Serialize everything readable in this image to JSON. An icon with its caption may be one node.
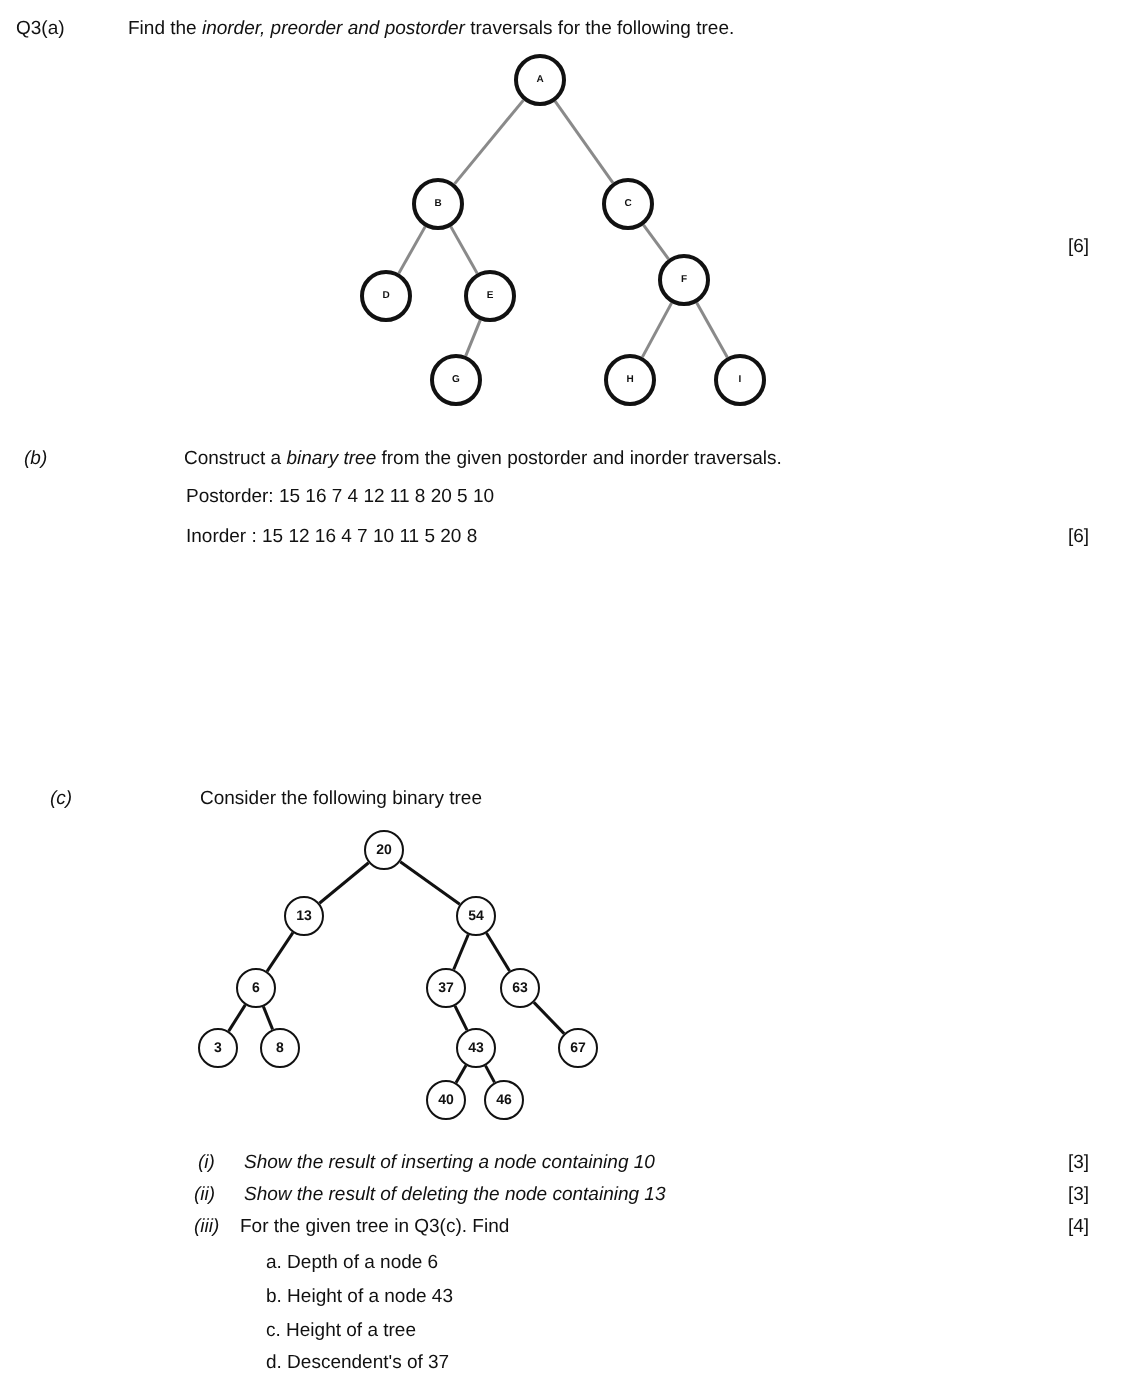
{
  "diagram": {
    "nodes": [
      {
        "text": [
          "A"
        ]
      },
      {
        "text": [
          "B"
        ]
      },
      {
        "text": [
          "C"
        ]
      },
      {
        "text": [
          "D"
        ]
      },
      {
        "text": [
          "E"
        ]
      },
      {
        "text": [
          "F"
        ]
      },
      {
        "text": [
          "G"
        ]
      },
      {
        "text": [
          "H"
        ]
      },
      {
        "text": [
          "I"
        ]
      },
      {
        "text": [
          "20"
        ]
      },
      {
        "text": [
          "13"
        ]
      },
      {
        "text": [
          "54"
        ]
      },
      {
        "text": [
          "6"
        ]
      },
      {
        "text": [
          "37"
        ]
      },
      {
        "text": [
          "63"
        ]
      },
      {
        "text": [
          "3"
        ]
      },
      {
        "text": [
          "8"
        ]
      },
      {
        "text": [
          "43"
        ]
      },
      {
        "text": [
          "67"
        ]
      },
      {
        "text": [
          "40"
        ]
      },
      {
        "text": [
          "46"
        ]
      }
    ],
    "edges": [
      {
        "from": 0,
        "to": 1,
        "arrow": "none",
        "color": "#8a8a8a"
      },
      {
        "from": 0,
        "to": 2,
        "arrow": "none",
        "color": "#8a8a8a"
      },
      {
        "from": 1,
        "to": 3,
        "arrow": "none",
        "color": "#8a8a8a"
      },
      {
        "from": 1,
        "to": 4,
        "arrow": "none",
        "color": "#8a8a8a"
      },
      {
        "from": 2,
        "to": 5,
        "arrow": "none",
        "color": "#8a8a8a"
      },
      {
        "from": 4,
        "to": 6,
        "arrow": "none",
        "color": "#8a8a8a"
      },
      {
        "from": 5,
        "to": 7,
        "arrow": "none",
        "color": "#8a8a8a"
      },
      {
        "from": 5,
        "to": 8,
        "arrow": "none",
        "color": "#8a8a8a"
      },
      {
        "from": 9,
        "to": 10,
        "arrow": "none"
      },
      {
        "from": 9,
        "to": 11,
        "arrow": "none"
      },
      {
        "from": 10,
        "to": 12,
        "arrow": "none"
      },
      {
        "from": 11,
        "to": 13,
        "arrow": "none"
      },
      {
        "from": 11,
        "to": 14,
        "arrow": "none"
      },
      {
        "from": 12,
        "to": 15,
        "arrow": "none"
      },
      {
        "from": 12,
        "to": 16,
        "arrow": "none"
      },
      {
        "from": 13,
        "to": 17,
        "arrow": "none"
      },
      {
        "from": 14,
        "to": 18,
        "arrow": "none"
      },
      {
        "from": 17,
        "to": 19,
        "arrow": "none"
      },
      {
        "from": 17,
        "to": 20,
        "arrow": "none"
      }
    ],
    "labels": [
      "Q3(a)",
      "Find the *inorder, preorder and postorder* traversals for the following tree.",
      "[6]",
      "(b)",
      "Construct a *binary tree* from the given postorder and inorder traversals.",
      "Postorder: 15 16 7 4 12 11 8 20 5 10",
      "Inorder : 15 12 16 4 7 10 11 5 20 8",
      "[6]",
      "(c)",
      "Consider the following binary tree",
      "(i)",
      "Show the result of inserting a node containing 10",
      "[3]",
      "(ii)",
      "Show the result of deleting the node containing 13",
      "[3]",
      "(iii)",
      "For the given tree in Q3(c). Find",
      "[4]",
      "a. Depth of a node 6",
      "b. Height of a node 43",
      "c. Height of a tree",
      "d. Descendent's of 37"
    ]
  }
}
